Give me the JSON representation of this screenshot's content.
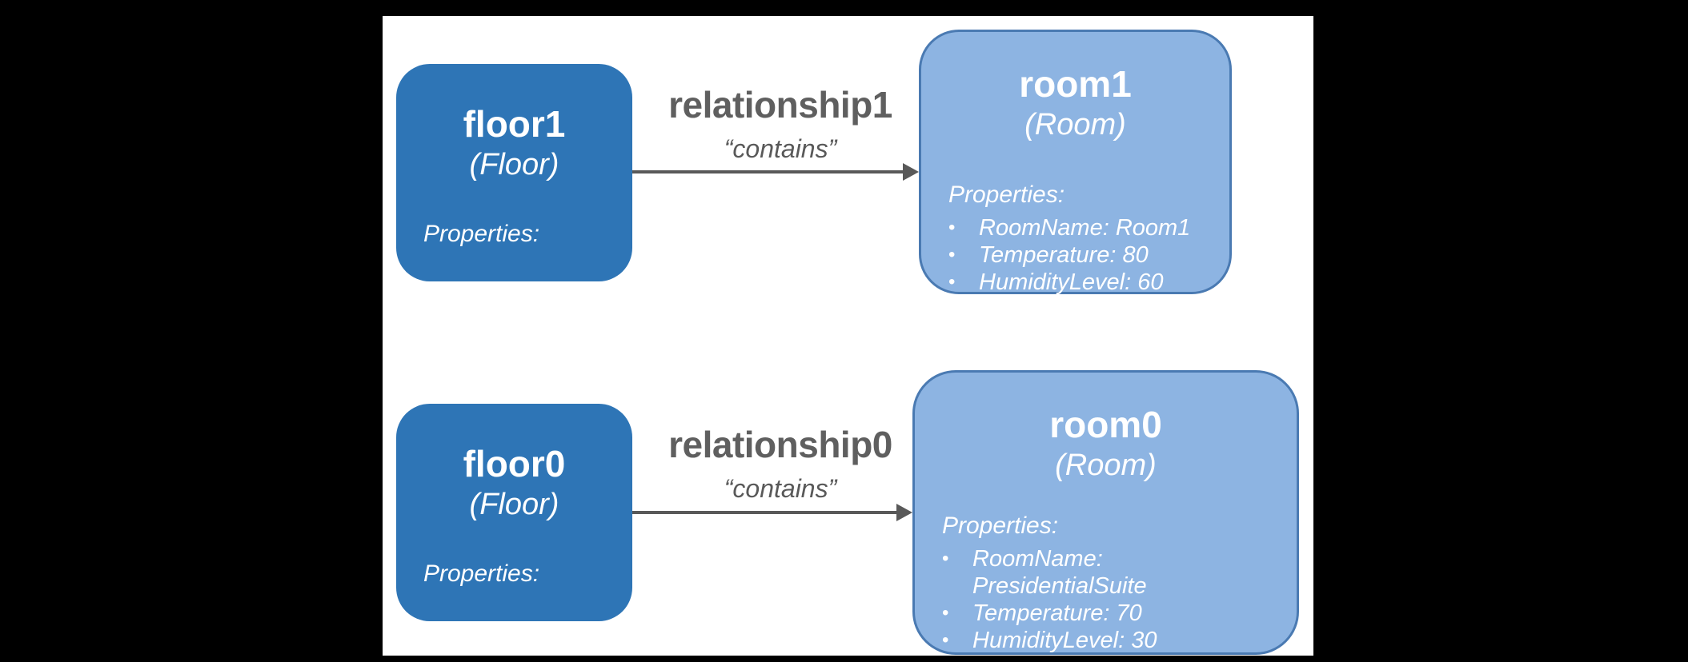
{
  "diagram": {
    "bullet_glyph": "•",
    "rows": [
      {
        "source": {
          "name": "floor1",
          "model": "(Floor)",
          "properties_label": "Properties:"
        },
        "relationship": {
          "name": "relationship1",
          "tag": "“contains”"
        },
        "target": {
          "name": "room1",
          "model": "(Room)",
          "properties_label": "Properties:",
          "properties": [
            "RoomName: Room1",
            "Temperature: 80",
            "HumidityLevel: 60"
          ]
        }
      },
      {
        "source": {
          "name": "floor0",
          "model": "(Floor)",
          "properties_label": "Properties:"
        },
        "relationship": {
          "name": "relationship0",
          "tag": "“contains”"
        },
        "target": {
          "name": "room0",
          "model": "(Room)",
          "properties_label": "Properties:",
          "properties": [
            "RoomName: PresidentialSuite",
            "Temperature: 70",
            "HumidityLevel: 30"
          ]
        }
      }
    ],
    "colors": {
      "floor_fill": "#2e75b6",
      "room_fill": "#8db4e2",
      "room_border": "#4a7ab2",
      "relationship_text": "#5f5f5f",
      "arrow": "#595959",
      "node_text": "#ffffff",
      "canvas": "#ffffff",
      "background": "#000000"
    }
  }
}
